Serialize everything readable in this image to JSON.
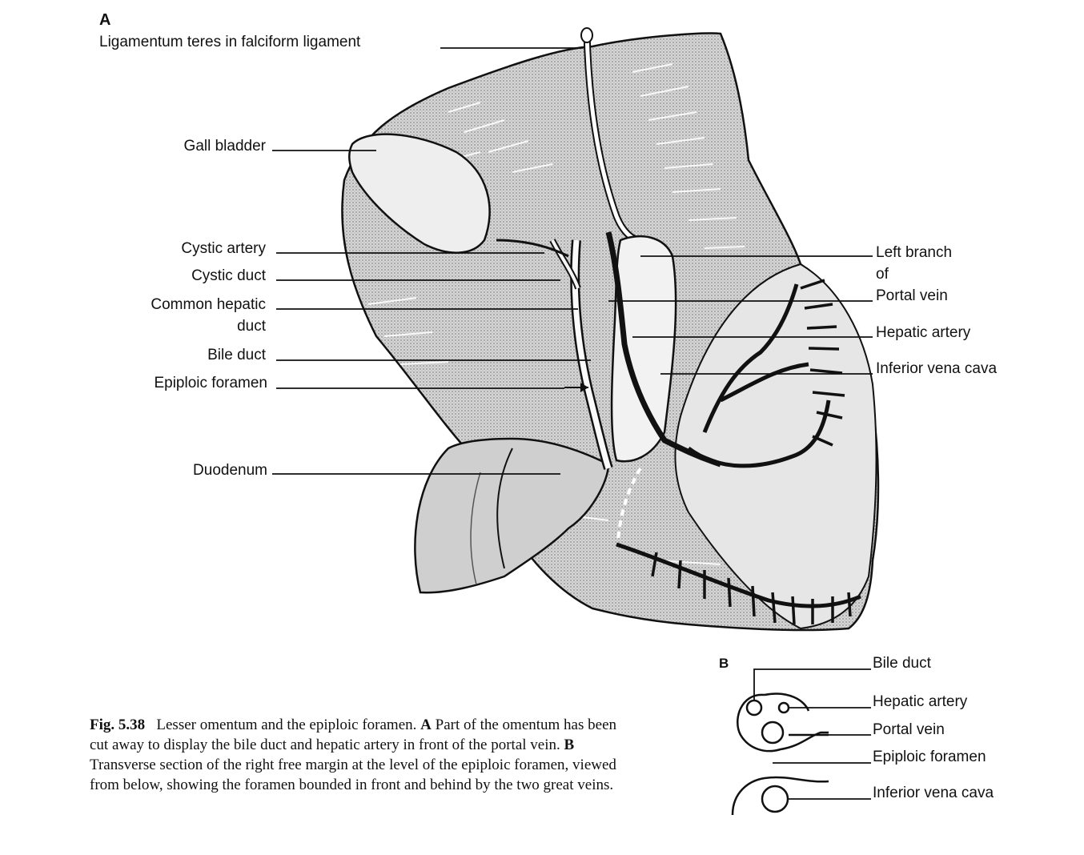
{
  "panel_a": {
    "letter": "A",
    "labels_left": {
      "ligamentum": "Ligamentum teres in falciform ligament",
      "gall_bladder": "Gall bladder",
      "cystic_artery": "Cystic artery",
      "cystic_duct": "Cystic duct",
      "common_hepatic_1": "Common hepatic",
      "common_hepatic_2": "duct",
      "bile_duct": "Bile duct",
      "epiploic_foramen": "Epiploic foramen",
      "duodenum": "Duodenum"
    },
    "labels_right": {
      "left_branch_1": "Left branch",
      "left_branch_2": "of",
      "left_branch_3": "Portal vein",
      "hepatic_artery": "Hepatic artery",
      "ivc": "Inferior vena cava"
    }
  },
  "panel_b": {
    "letter": "B",
    "labels": {
      "bile_duct": "Bile duct",
      "hepatic_artery": "Hepatic artery",
      "portal_vein": "Portal vein",
      "epiploic_foramen": "Epiploic foramen",
      "ivc": "Inferior vena cava"
    }
  },
  "caption": {
    "fig_number": "Fig. 5.38",
    "title": "Lesser omentum and the epiploic foramen.",
    "a_letter": "A",
    "a_text": "Part of the omentum has been cut away to display the bile duct and hepatic artery in front of the portal vein.",
    "b_letter": "B",
    "b_text": "Transverse section of the right free margin at the level of the epiploic foramen, viewed from below, showing the foramen bounded in front and behind by the two great veins."
  }
}
